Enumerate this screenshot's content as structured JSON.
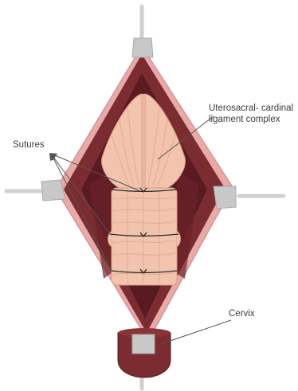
{
  "labels": {
    "uterosacral_line1": "Uterosacral- cardinal",
    "uterosacral_line2": "ligament complex",
    "sutures": "Sutures",
    "cervix": "Cervix"
  },
  "colors": {
    "outer_pink": "#e8aaa8",
    "rim": "#7a2c30",
    "inner_dark": "#5a1a22",
    "ligament": "#f2c3ad",
    "ligament_stroke": "#d89c86",
    "retractor": "#c8c8c8",
    "suture": "#2a2a2a",
    "leader": "#555555"
  }
}
